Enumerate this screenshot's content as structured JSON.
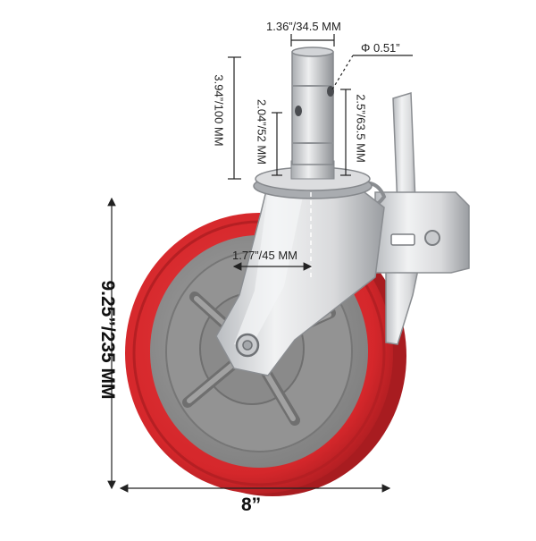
{
  "dimensions": {
    "stem_diameter": "1.36”/34.5 MM",
    "hole_diameter": "Φ 0.51”",
    "stem_length": "3.94”/100 MM",
    "hole_spacing": "2.04”/52 MM",
    "stem_hole_length": "2.5”/63.5 MM",
    "axle_offset": "1.77”/45 MM",
    "overall_height": "9.25”/235 MM",
    "wheel_diameter": "8”"
  },
  "colors": {
    "tread": "#d5272b",
    "tread_dark": "#a81c20",
    "hub": "#8c8c8c",
    "hub_light": "#a7a7a7",
    "steel": "#d9dadc",
    "steel_dark": "#9a9da1",
    "dimension_line": "#222222"
  }
}
